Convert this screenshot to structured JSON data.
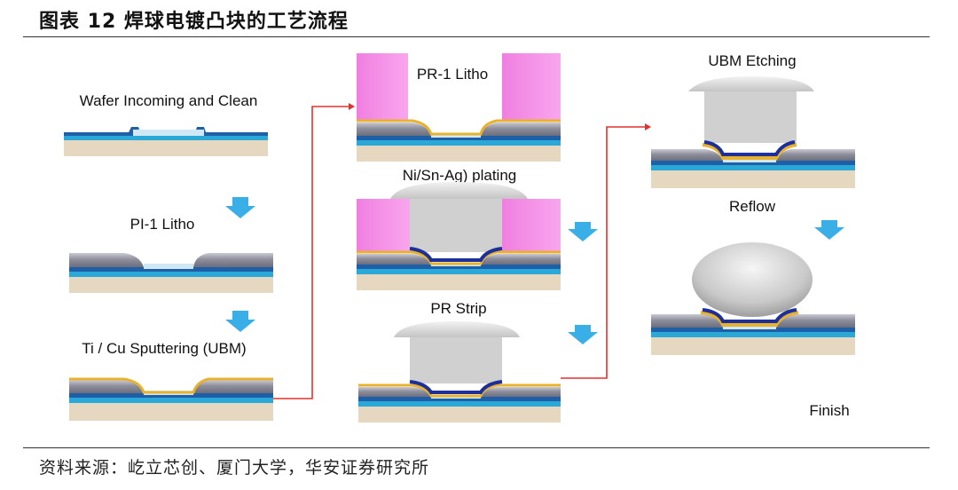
{
  "figure_title": "图表 12 焊球电镀凸块的工艺流程",
  "source": "资料来源：屹立芯创、厦门大学，华安证券研究所",
  "steps": {
    "wafer": "Wafer Incoming and Clean",
    "pi": "PI-1 Litho",
    "sputter": "Ti / Cu Sputtering (UBM)",
    "pr": "PR-1 Litho",
    "plating": "Ni/Sn-Ag) plating",
    "strip": "PR Strip",
    "etch": "UBM Etching",
    "reflow": "Reflow",
    "finish": "Finish"
  },
  "colors": {
    "substrate": "#e6d7c0",
    "cyan_layer": "#2aa9d8",
    "blue_layer": "#1f5fa8",
    "passivation": "#8e8f9c",
    "pad": "#cfe8f3",
    "ubm": "#e8b22e",
    "photoresist": "#f58fe6",
    "nickel": "#1c2f9a",
    "solder": "#d0d0d0",
    "arrow": "#3aaee6",
    "connector": "#e0322e"
  }
}
